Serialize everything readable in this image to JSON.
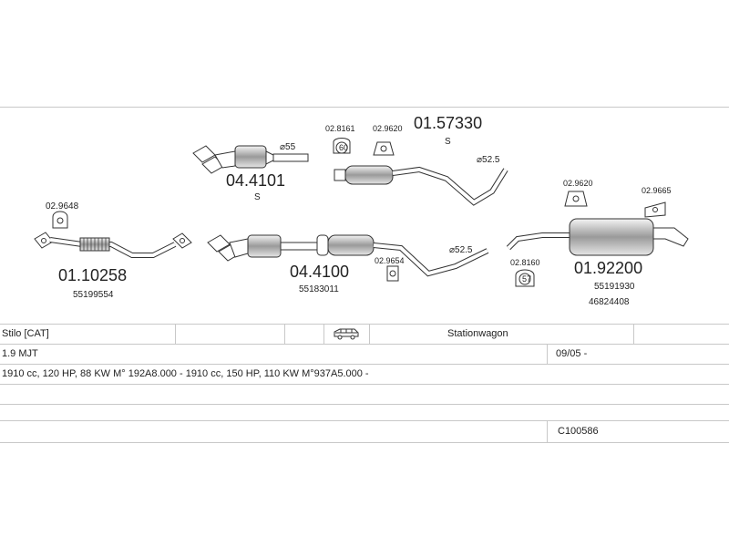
{
  "parts": {
    "p1": {
      "number": "01.10258",
      "oe": "55199554",
      "bracket": "02.9648"
    },
    "p2": {
      "number": "04.4101",
      "sub": "S",
      "diameter": "⌀55"
    },
    "p3": {
      "number": "01.57330",
      "sub": "S",
      "diameter": "⌀52.5",
      "bracket_a": "02.8161",
      "bracket_a_ring": "60",
      "bracket_b": "02.9620"
    },
    "p4": {
      "number": "04.4100",
      "oe": "55183011",
      "bracket": "02.9654",
      "diameter": "⌀52.5"
    },
    "p5": {
      "number": "01.92200",
      "oe1": "55191930",
      "oe2": "46824408",
      "bracket_a": "02.8160",
      "bracket_a_ring": "57",
      "bracket_b": "02.9620",
      "bracket_c": "02.9665"
    }
  },
  "table": {
    "model": "Stilo  [CAT]",
    "body_type": "Stationwagon",
    "engine": "1.9 MJT",
    "date": "09/05 -",
    "spec": "1910 cc, 120 HP, 88 KW M° 192A8.000 - 1910 cc, 150 HP, 110 KW M°937A5.000 -",
    "code": "C100586"
  },
  "icons": {
    "car": "stationwagon-car-icon"
  }
}
